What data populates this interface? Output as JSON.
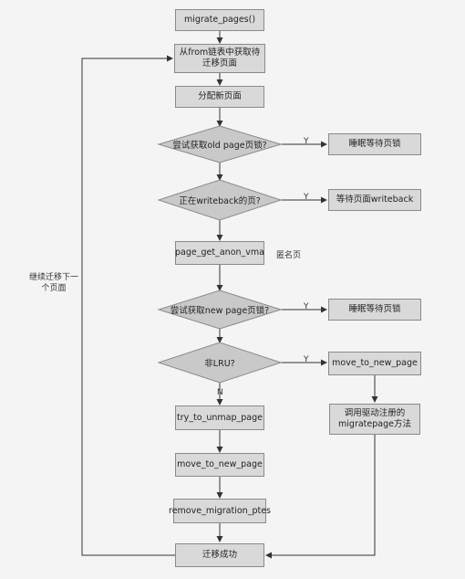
{
  "nodes": {
    "migrate_pages": "migrate_pages()",
    "get_page": "从from链表中获取待迁移页面",
    "alloc_page": "分配新页面",
    "lock_old": "尝试获取old page页锁?",
    "sleep_wait_1": "睡眠等待页锁",
    "writeback_check": "正在writeback的页?",
    "wait_writeback": "等待页面writeback",
    "anon_vma": "page_get_anon_vma",
    "lock_new": "尝试获取new page页锁?",
    "sleep_wait_2": "睡眠等待页锁",
    "non_lru": "非LRU?",
    "move_new_right": "move_to_new_page",
    "driver_migrate": "调用驱动注册的migratepage方法",
    "unmap": "try_to_unmap_page",
    "move_new": "move_to_new_page",
    "remove_ptes": "remove_migration_ptes",
    "success": "迁移成功"
  },
  "labels": {
    "anon": "匿名页",
    "loop": "继续迁移下一个页面",
    "yes1": "Y",
    "yes2": "Y",
    "yes3": "Y",
    "yes4": "Y",
    "no": "N"
  }
}
